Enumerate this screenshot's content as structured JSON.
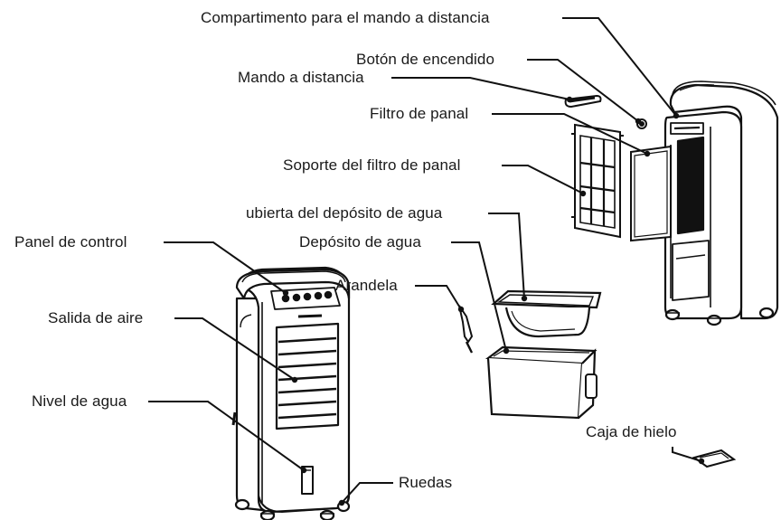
{
  "diagram": {
    "labels": {
      "remote_compartment": "Compartimento para el mando a distancia",
      "power_button": "Botón de encendido",
      "remote_control": "Mando a distancia",
      "honeycomb_filter": "Filtro de panal",
      "filter_holder": "Soporte del filtro de panal",
      "tank_cover": "ubierta del depósito de agua",
      "control_panel": "Panel de control",
      "water_tank": "Depósito de agua",
      "washer": "Arandela",
      "air_outlet": "Salida de aire",
      "water_level": "Nivel de agua",
      "ice_box": "Caja de hielo",
      "wheels": "Ruedas"
    }
  }
}
